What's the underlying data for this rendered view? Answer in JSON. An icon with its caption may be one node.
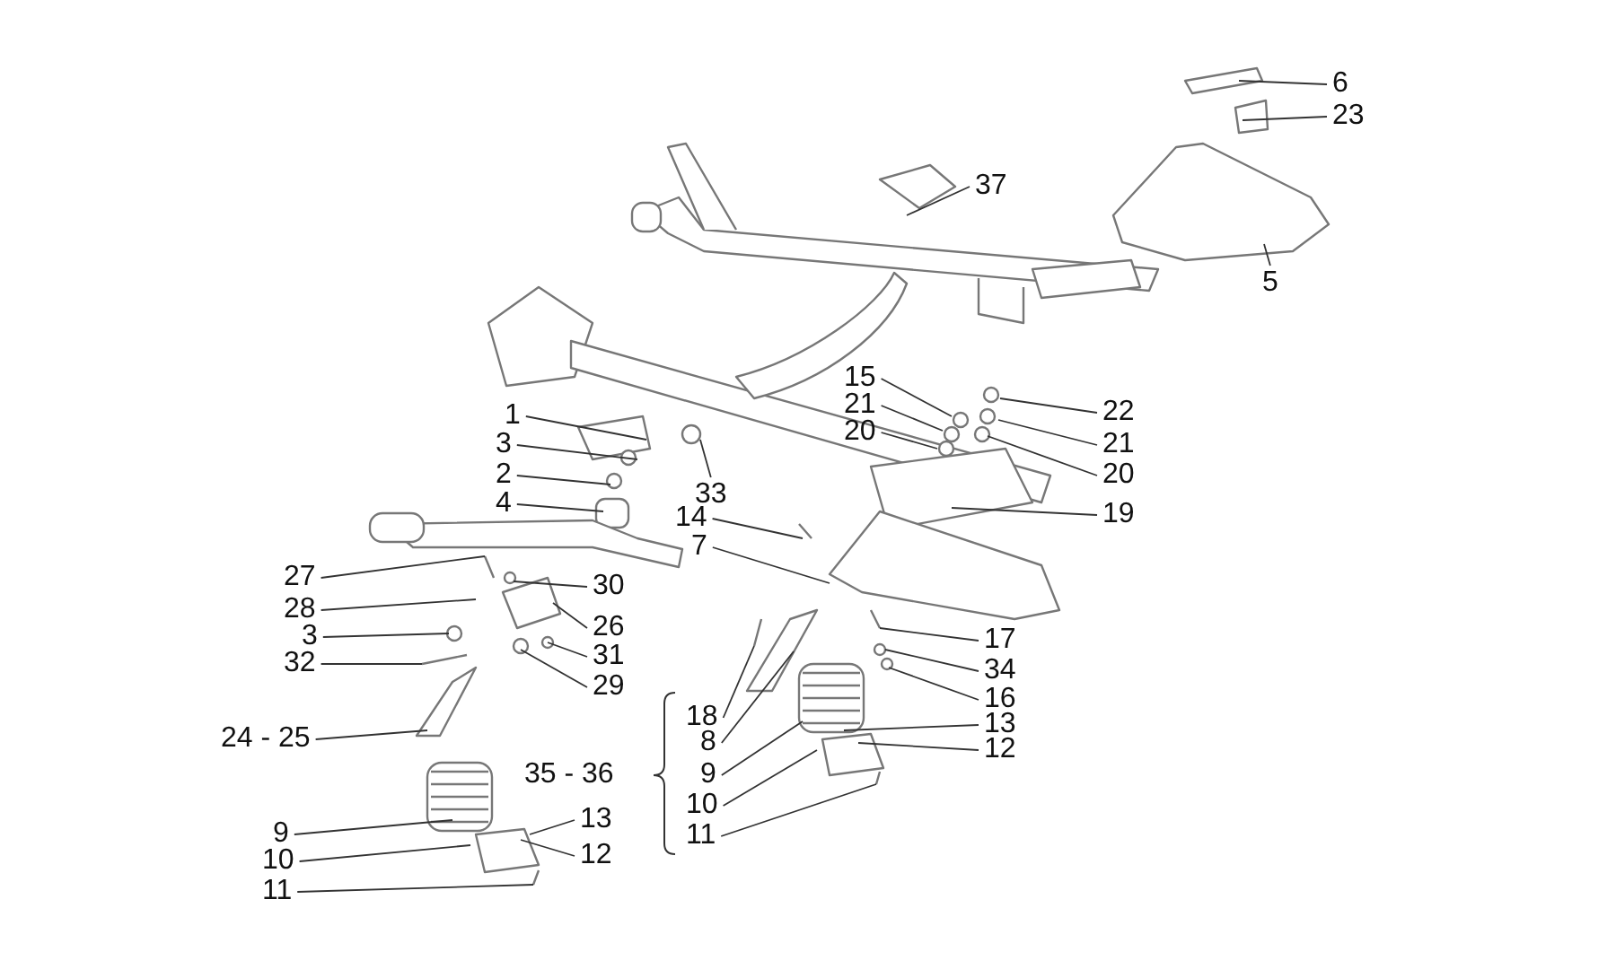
{
  "diagram": {
    "nodes": [
      {
        "text": [
          "6"
        ]
      },
      {
        "text": [
          "23"
        ]
      },
      {
        "text": [
          "37"
        ]
      },
      {
        "text": [
          "5"
        ]
      },
      {
        "text": [
          "15"
        ]
      },
      {
        "text": [
          "22"
        ]
      },
      {
        "text": [
          "21"
        ]
      },
      {
        "text": [
          "21"
        ]
      },
      {
        "text": [
          "20"
        ]
      },
      {
        "text": [
          "20"
        ]
      },
      {
        "text": [
          "1"
        ]
      },
      {
        "text": [
          "3"
        ]
      },
      {
        "text": [
          "2"
        ]
      },
      {
        "text": [
          "4"
        ]
      },
      {
        "text": [
          "33"
        ]
      },
      {
        "text": [
          "14"
        ]
      },
      {
        "text": [
          "19"
        ]
      },
      {
        "text": [
          "7"
        ]
      },
      {
        "text": [
          "27"
        ]
      },
      {
        "text": [
          "30"
        ]
      },
      {
        "text": [
          "28"
        ]
      },
      {
        "text": [
          "26"
        ]
      },
      {
        "text": [
          "3"
        ]
      },
      {
        "text": [
          "17"
        ]
      },
      {
        "text": [
          "31"
        ]
      },
      {
        "text": [
          "32"
        ]
      },
      {
        "text": [
          "34"
        ]
      },
      {
        "text": [
          "29"
        ]
      },
      {
        "text": [
          "16"
        ]
      },
      {
        "text": [
          "18"
        ]
      },
      {
        "text": [
          "13"
        ]
      },
      {
        "text": [
          "24 - 25"
        ]
      },
      {
        "text": [
          "8"
        ]
      },
      {
        "text": [
          "12"
        ]
      },
      {
        "text": [
          "9"
        ]
      },
      {
        "text": [
          "10"
        ]
      },
      {
        "text": [
          "13"
        ]
      },
      {
        "text": [
          "9"
        ]
      },
      {
        "text": [
          "11"
        ]
      },
      {
        "text": [
          "12"
        ]
      },
      {
        "text": [
          "10"
        ]
      },
      {
        "text": [
          "11"
        ]
      }
    ],
    "edges": [
      {
        "from": 0,
        "to": null,
        "arrow": "none"
      },
      {
        "from": 1,
        "to": null,
        "arrow": "none"
      },
      {
        "from": 2,
        "to": null,
        "arrow": "none"
      },
      {
        "from": 3,
        "to": null,
        "arrow": "none"
      },
      {
        "from": 4,
        "to": null,
        "arrow": "none"
      },
      {
        "from": 5,
        "to": null,
        "arrow": "none"
      },
      {
        "from": 6,
        "to": null,
        "arrow": "none"
      },
      {
        "from": 7,
        "to": null,
        "arrow": "none"
      },
      {
        "from": 8,
        "to": null,
        "arrow": "none"
      },
      {
        "from": 9,
        "to": null,
        "arrow": "none"
      },
      {
        "from": 10,
        "to": null,
        "arrow": "none"
      },
      {
        "from": 11,
        "to": null,
        "arrow": "none"
      },
      {
        "from": 12,
        "to": null,
        "arrow": "none"
      },
      {
        "from": 13,
        "to": null,
        "arrow": "none"
      },
      {
        "from": 14,
        "to": null,
        "arrow": "none"
      },
      {
        "from": 15,
        "to": null,
        "arrow": "none"
      },
      {
        "from": 16,
        "to": null,
        "arrow": "none"
      },
      {
        "from": 17,
        "to": null,
        "arrow": "none"
      },
      {
        "from": 18,
        "to": null,
        "arrow": "none"
      },
      {
        "from": 19,
        "to": null,
        "arrow": "none"
      },
      {
        "from": 20,
        "to": null,
        "arrow": "none"
      },
      {
        "from": 21,
        "to": null,
        "arrow": "none"
      },
      {
        "from": 22,
        "to": null,
        "arrow": "none"
      },
      {
        "from": 23,
        "to": null,
        "arrow": "none"
      },
      {
        "from": 24,
        "to": null,
        "arrow": "none"
      },
      {
        "from": 25,
        "to": null,
        "arrow": "none"
      },
      {
        "from": 26,
        "to": null,
        "arrow": "none"
      },
      {
        "from": 27,
        "to": null,
        "arrow": "none"
      },
      {
        "from": 28,
        "to": null,
        "arrow": "none"
      },
      {
        "from": 29,
        "to": null,
        "arrow": "none"
      },
      {
        "from": 30,
        "to": null,
        "arrow": "none"
      },
      {
        "from": 31,
        "to": null,
        "arrow": "none"
      },
      {
        "from": 32,
        "to": null,
        "arrow": "none"
      },
      {
        "from": 33,
        "to": null,
        "arrow": "none"
      },
      {
        "from": 34,
        "to": null,
        "arrow": "none"
      },
      {
        "from": 35,
        "to": null,
        "arrow": "none"
      },
      {
        "from": 36,
        "to": null,
        "arrow": "none"
      },
      {
        "from": 37,
        "to": null,
        "arrow": "none"
      },
      {
        "from": 38,
        "to": null,
        "arrow": "none"
      },
      {
        "from": 39,
        "to": null,
        "arrow": "none"
      },
      {
        "from": 40,
        "to": null,
        "arrow": "none"
      },
      {
        "from": 41,
        "to": null,
        "arrow": "none"
      }
    ],
    "labels": [
      "35 - 36"
    ]
  }
}
